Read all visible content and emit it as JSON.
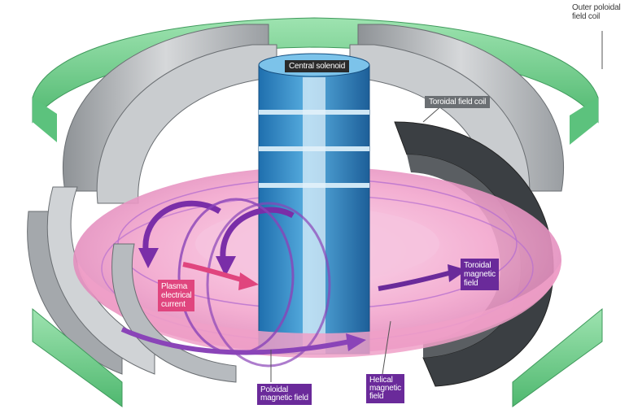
{
  "labels": {
    "outer_poloidal": "Outer poloidal\nfield coil",
    "central_solenoid": "Central solenoid",
    "toroidal_field_coil": "Toroidal field coil",
    "plasma_current": "Plasma\nelectrical\ncurrent",
    "toroidal_field": "Toroidal\nmagnetic\nfield",
    "poloidal_field": "Poloidal\nmagnetic field",
    "helical_field": "Helical\nmagnetic\nfield"
  },
  "colors": {
    "coil_grey": "#b9bcbf",
    "coil_dark": "#4a4d50",
    "pf_coil_green": "#6fcf8a",
    "solenoid_blue": "#3a8ec8",
    "plasma_pink": "#f3a8cf",
    "arrow_purple": "#7a2ea8",
    "current_pink": "#e0457e"
  }
}
